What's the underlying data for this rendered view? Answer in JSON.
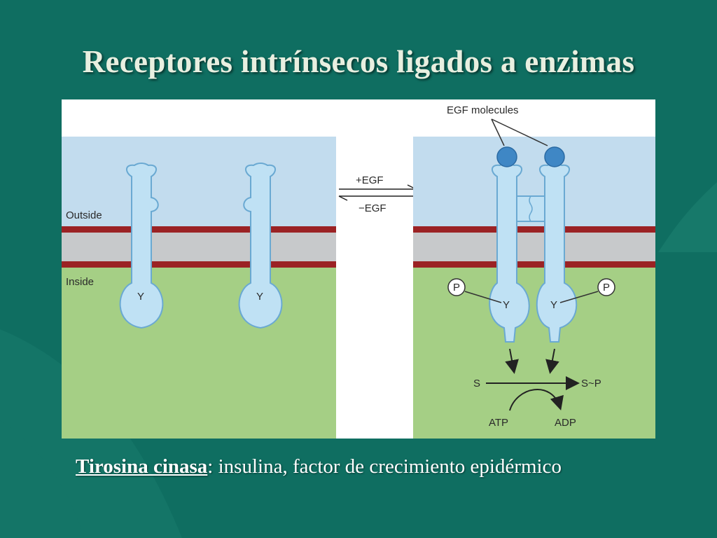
{
  "slide": {
    "title": "Receptores intrínsecos ligados a enzimas",
    "caption_term": "Tirosina cinasa",
    "caption_sep": ":",
    "caption_rest": " insulina, factor de crecimiento epidérmico"
  },
  "diagram": {
    "outside_label": "Outside",
    "inside_label": "Inside",
    "plus_egf": "+EGF",
    "minus_egf": "−EGF",
    "egf_molecules": "EGF molecules",
    "tyrosine": "Y",
    "phosphate": "P",
    "substrate": "S",
    "product": "S~P",
    "atp": "ATP",
    "adp": "ADP"
  },
  "colors": {
    "background": "#0f6e61",
    "membrane_red": "#9b2224",
    "membrane_gray": "#c7c9cb",
    "outside_blue": "#c2dcee",
    "inside_green": "#a5cf85",
    "receptor_fill": "#bfe1f4",
    "receptor_stroke": "#6aa9d2",
    "egf_ball": "#3f87c5"
  }
}
